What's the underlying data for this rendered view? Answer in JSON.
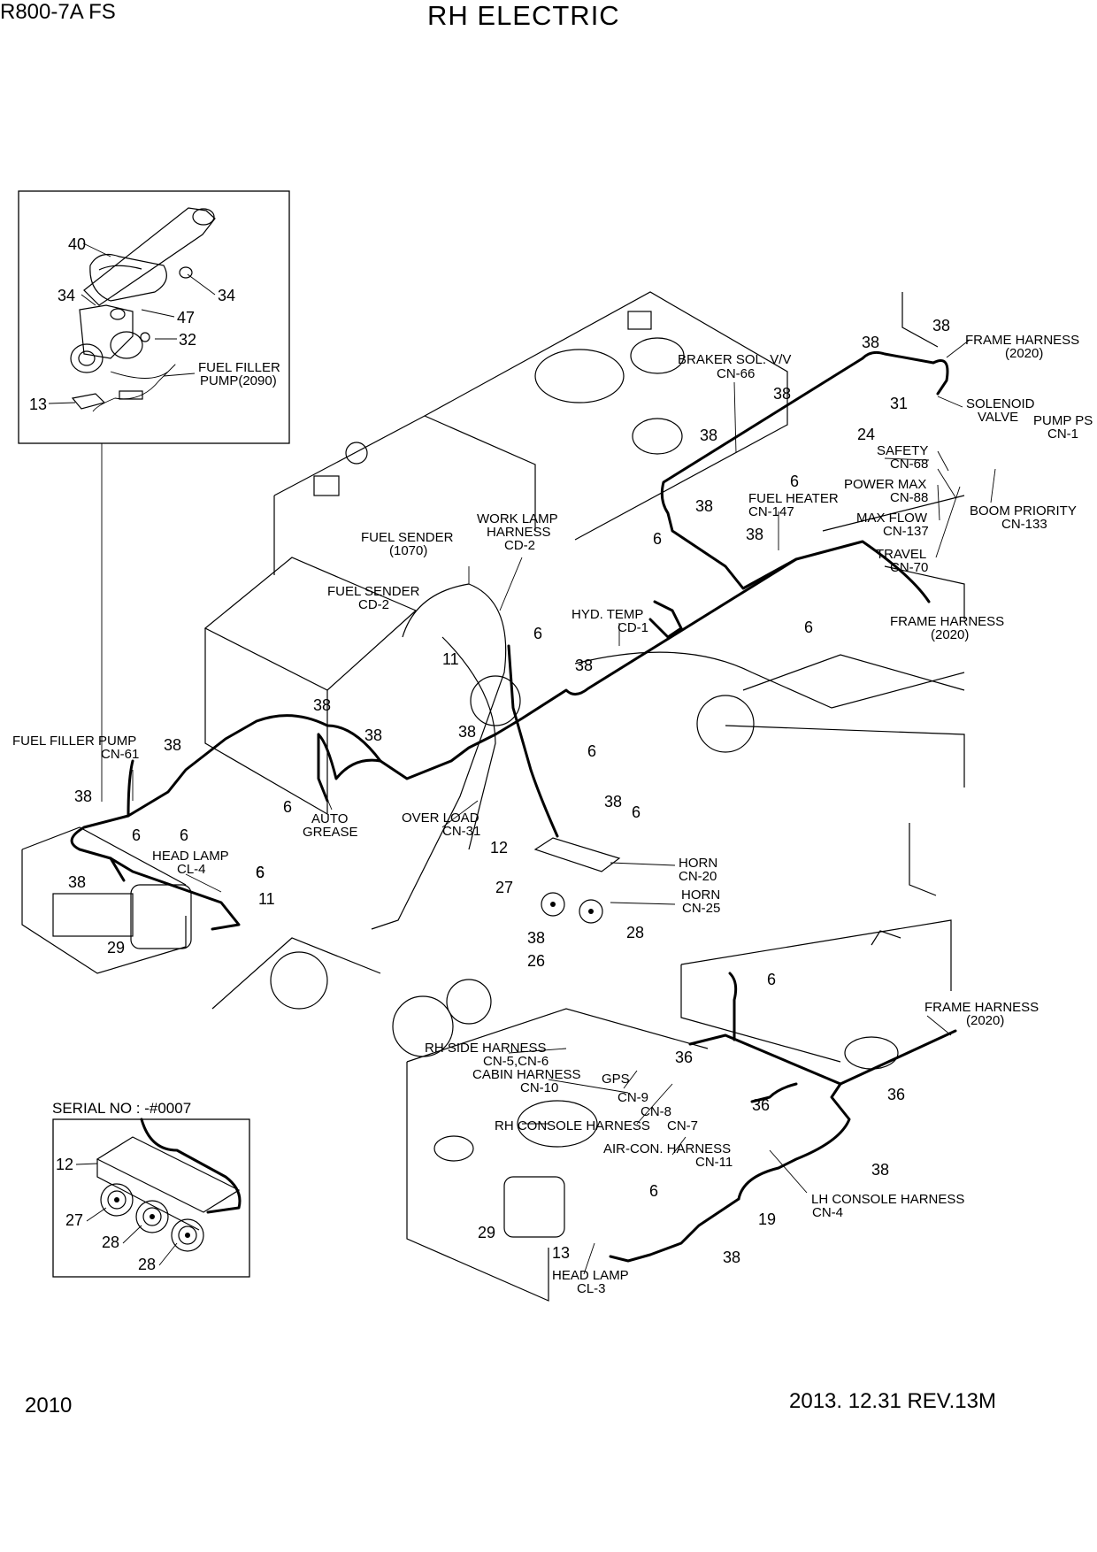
{
  "header": {
    "model": "R800-7A  FS",
    "title": "RH ELECTRIC"
  },
  "footer": {
    "page_number": "2010",
    "revision": "2013. 12.31  REV.13M"
  },
  "inset_fuel_pump": {
    "callouts": [
      "40",
      "34",
      "34",
      "47",
      "32",
      "13"
    ],
    "label": [
      "FUEL FILLER",
      "PUMP(2090)"
    ]
  },
  "inset_serial": {
    "title": "SERIAL NO : -#0007",
    "callouts": [
      "12",
      "27",
      "28",
      "28"
    ]
  },
  "main": {
    "labels": [
      [
        "FRAME HARNESS",
        "(2020)"
      ],
      [
        "BRAKER SOL. V/V",
        "CN-66"
      ],
      [
        "SOLENOID",
        "VALVE"
      ],
      [
        "PUMP PS",
        "CN-1"
      ],
      [
        "SAFETY",
        "CN-68"
      ],
      [
        "POWER MAX",
        "CN-88"
      ],
      [
        "FUEL HEATER",
        "CN-147"
      ],
      [
        "MAX FLOW",
        "CN-137"
      ],
      [
        "BOOM PRIORITY",
        "CN-133"
      ],
      [
        "TRAVEL",
        "CN-70"
      ],
      [
        "FUEL SENDER",
        "(1070)"
      ],
      [
        "WORK LAMP",
        "HARNESS",
        "CD-2"
      ],
      [
        "FUEL SENDER",
        "CD-2"
      ],
      [
        "FRAME HARNESS",
        "(2020)"
      ],
      [
        "HYD. TEMP",
        "CD-1"
      ],
      [
        "FUEL FILLER PUMP",
        "CN-61"
      ],
      [
        "AUTO",
        "GREASE"
      ],
      [
        "OVER LOAD",
        "CN-31"
      ],
      [
        "HEAD LAMP",
        "CL-4"
      ],
      [
        "HORN",
        "CN-20"
      ],
      [
        "HORN",
        "CN-25"
      ],
      [
        "FRAME HARNESS",
        "(2020)"
      ],
      [
        "RH SIDE HARNESS",
        "CN-5,CN-6"
      ],
      [
        "CABIN HARNESS",
        "CN-10"
      ],
      [
        "GPS"
      ],
      [
        "CN-9"
      ],
      [
        "CN-8"
      ],
      [
        "CN-7"
      ],
      [
        "RH CONSOLE HARNESS"
      ],
      [
        "AIR-CON. HARNESS",
        "CN-11"
      ],
      [
        "LH CONSOLE HARNESS",
        "CN-4"
      ],
      [
        "HEAD LAMP",
        "CL-3"
      ]
    ],
    "callouts": [
      "38",
      "38",
      "31",
      "24",
      "38",
      "6",
      "38",
      "6",
      "38",
      "38",
      "6",
      "6",
      "11",
      "6",
      "38",
      "6",
      "38",
      "38",
      "38",
      "38",
      "6",
      "6",
      "6",
      "38",
      "6",
      "38",
      "6",
      "11",
      "29",
      "12",
      "38",
      "6",
      "27",
      "28",
      "38",
      "26",
      "6",
      "36",
      "36",
      "36",
      "38",
      "6",
      "19",
      "29",
      "13",
      "38"
    ]
  }
}
